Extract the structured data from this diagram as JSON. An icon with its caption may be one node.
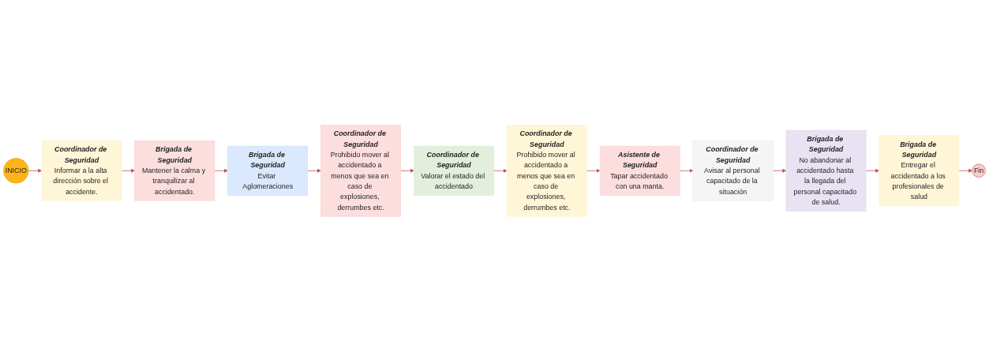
{
  "diagram": {
    "nodes": [
      {
        "text": [
          "INICIO"
        ]
      },
      {
        "text": [
          "Coordinador de Seguridad",
          "Informar a la alta dirección sobre el accidente."
        ]
      },
      {
        "text": [
          "Brigada de Seguridad",
          "Mantener la calma y tranquilizar al accidentado."
        ]
      },
      {
        "text": [
          "Brigada de Seguridad",
          "Evitar Aglomeraciones"
        ]
      },
      {
        "text": [
          "Coordinador de Seguridad",
          "Prohibido mover al accidentado a menos que sea en caso de explosiones, derrumbes etc."
        ]
      },
      {
        "text": [
          "Coordinador de Seguridad",
          "Valorar el estado del accidentado"
        ]
      },
      {
        "text": [
          "Coordinador de Seguridad",
          "Prohibido mover al accidentado a menos que sea en caso de explosiones, derrumbes etc."
        ]
      },
      {
        "text": [
          "Asistente de Seguridad",
          "Tapar accidentado con una manta."
        ]
      },
      {
        "text": [
          "Coordinador de Seguridad",
          "Avisar al personal capacitado de la situación"
        ]
      },
      {
        "text": [
          "Brigada de Seguridad",
          "No abandonar al accidentado hasta la llegada del personal capacitado de salud."
        ]
      },
      {
        "text": [
          "Brigada de Seguridad",
          "Entregar el accidentado a los profesionales de salud"
        ]
      },
      {
        "text": [
          "Fin"
        ]
      }
    ],
    "edges": [
      {
        "from": 0,
        "to": 1,
        "arrow": "to"
      },
      {
        "from": 1,
        "to": 2,
        "arrow": "to"
      },
      {
        "from": 2,
        "to": 3,
        "arrow": "to"
      },
      {
        "from": 3,
        "to": 4,
        "arrow": "to"
      },
      {
        "from": 4,
        "to": 5,
        "arrow": "to"
      },
      {
        "from": 5,
        "to": 6,
        "arrow": "to"
      },
      {
        "from": 6,
        "to": 7,
        "arrow": "to"
      },
      {
        "from": 7,
        "to": 8,
        "arrow": "to"
      },
      {
        "from": 8,
        "to": 9,
        "arrow": "to"
      },
      {
        "from": 9,
        "to": 10,
        "arrow": "to"
      },
      {
        "from": 10,
        "to": 11,
        "arrow": "to"
      }
    ]
  }
}
